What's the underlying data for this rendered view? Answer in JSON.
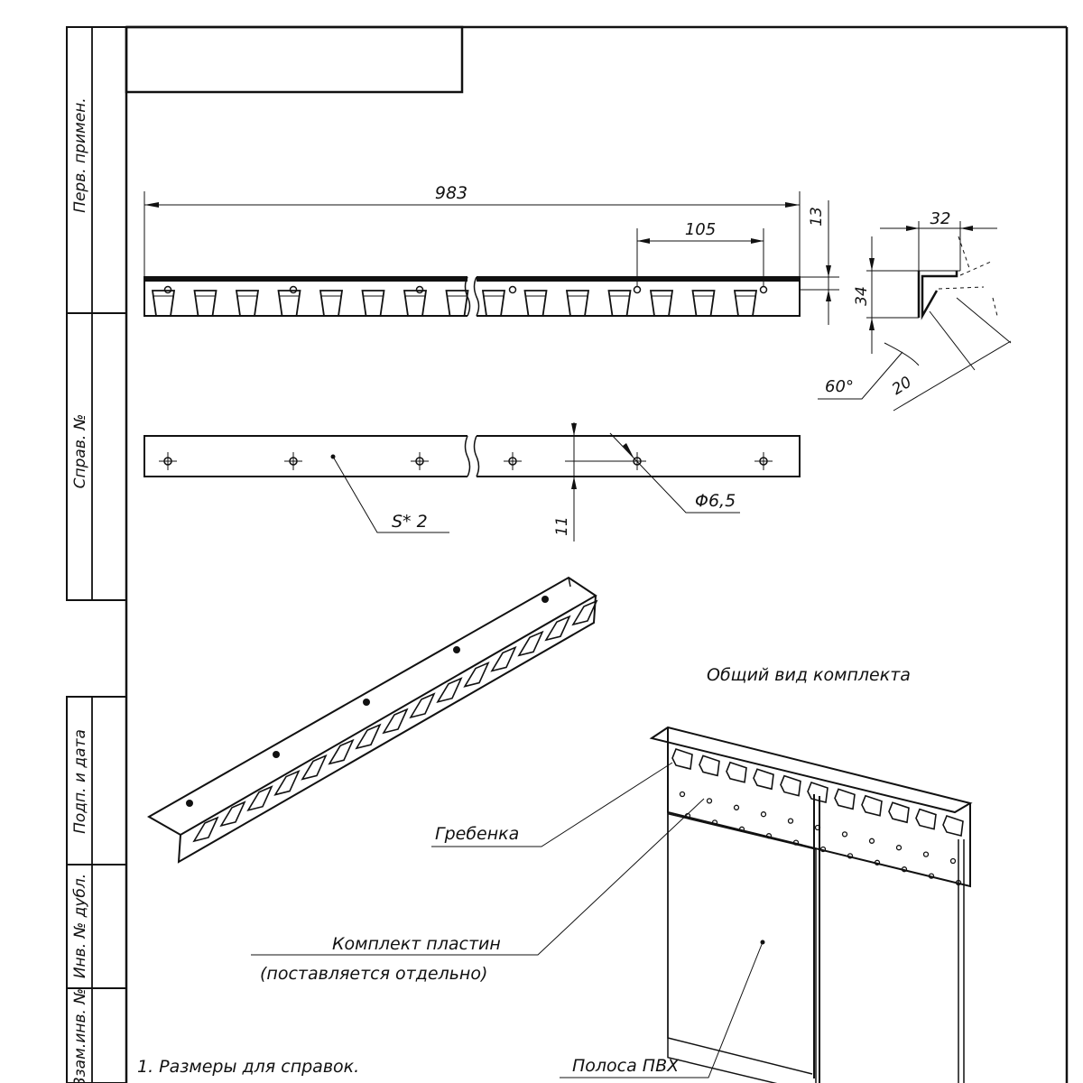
{
  "side_stamp": {
    "perv_primen": "Перв. примен.",
    "sprav_no": "Справ. №",
    "podp_i_data": "Подп. и дата",
    "inv_no_dubl": "Инв. № дубл.",
    "vzam_inv_no": "Взам.инв. №"
  },
  "dimensions": {
    "overall_length": "983",
    "pitch": "105",
    "lip_height": "13",
    "profile_height": "34",
    "profile_width": "32",
    "angle": "60°",
    "hook_length": "20",
    "hole_offset": "11",
    "hole_diameter": "Φ6,5",
    "thickness": "S* 2"
  },
  "labels": {
    "general_view": "Общий вид комплекта",
    "comb": "Гребенка",
    "plates_set_line1": "Комплект пластин",
    "plates_set_line2": "(поставляется отдельно)",
    "pvc_strip": "Полоса ПВХ"
  },
  "notes": [
    "1. Размеры для справок."
  ]
}
